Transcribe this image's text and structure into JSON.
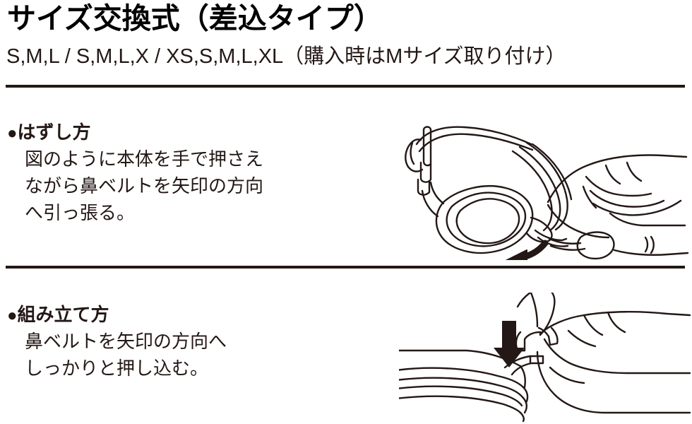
{
  "header": {
    "title": "サイズ交換式（差込タイプ）",
    "subtitle": "S,M,L / S,M,L,X / XS,S,M,L,XL（購入時はMサイズ取り付け）"
  },
  "colors": {
    "ink": "#231815",
    "title_black": "#000000",
    "background": "#ffffff",
    "rule": "#231815"
  },
  "sections": [
    {
      "bullet": "●",
      "heading": "はずし方",
      "body_lines": [
        "図のように本体を手で押さえ",
        "ながら鼻ベルトを矢印の方向",
        "へ引っ張る。"
      ],
      "illustration": {
        "name": "goggles-hand-pull-diagram",
        "description": "水中ゴーグルを手で押さえて鼻ベルトを引っ張る図",
        "arrow": "curved-arrow-down-left"
      }
    },
    {
      "bullet": "●",
      "heading": "組み立て方",
      "body_lines": [
        "鼻ベルトを矢印の方向へ",
        "しっかりと押し込む。"
      ],
      "illustration": {
        "name": "nose-belt-insert-diagram",
        "description": "鼻ベルトを指で押し込む図",
        "arrow": "straight-arrow-down"
      }
    }
  ],
  "dividers": [
    {
      "name": "divider-under-header"
    },
    {
      "name": "divider-between-sections"
    }
  ]
}
